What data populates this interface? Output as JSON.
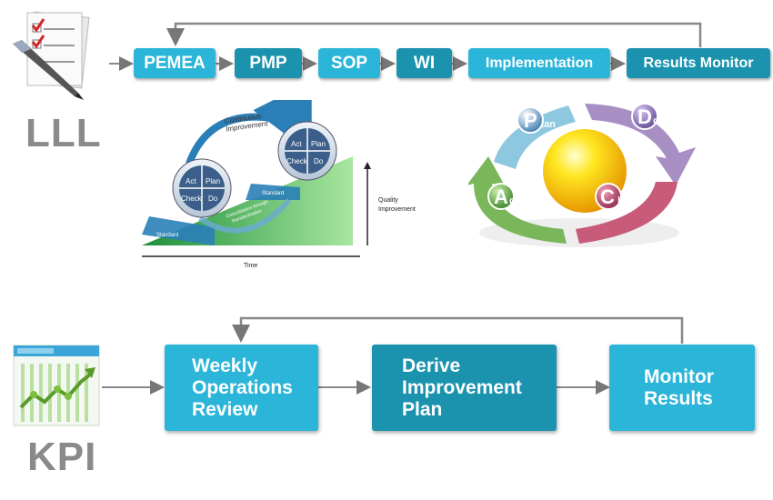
{
  "lll": {
    "label": "LLL",
    "flow": [
      "PEMEA",
      "PMP",
      "SOP",
      "WI",
      "Implementation",
      "Results Monitor"
    ]
  },
  "pdca_staircase": {
    "banner": "Continuous\nImprovement",
    "cycle": [
      "Act",
      "Plan",
      "Check",
      "Do"
    ],
    "standard": "Standard",
    "consolidation": "Consolidation\nthrough\nStandardization",
    "y_axis": "Quality\nImprovement",
    "x_axis": "Time"
  },
  "pdca_wheel": {
    "plan": {
      "initial": "P",
      "rest": "lan"
    },
    "do": {
      "initial": "D",
      "rest": "o"
    },
    "check": {
      "initial": "C",
      "rest": "heck"
    },
    "act": {
      "initial": "A",
      "rest": "ct"
    }
  },
  "kpi": {
    "label": "KPI",
    "boxes": [
      "Weekly\nOperations\nReview",
      "Derive\nImprovement\nPlan",
      "Monitor\nResults"
    ]
  },
  "colors": {
    "light": "#2bb5d8",
    "dark": "#1b93af",
    "plan": "#8ec8e0",
    "do": "#a78fc4",
    "check": "#c85a7a",
    "act": "#7ab65a"
  }
}
